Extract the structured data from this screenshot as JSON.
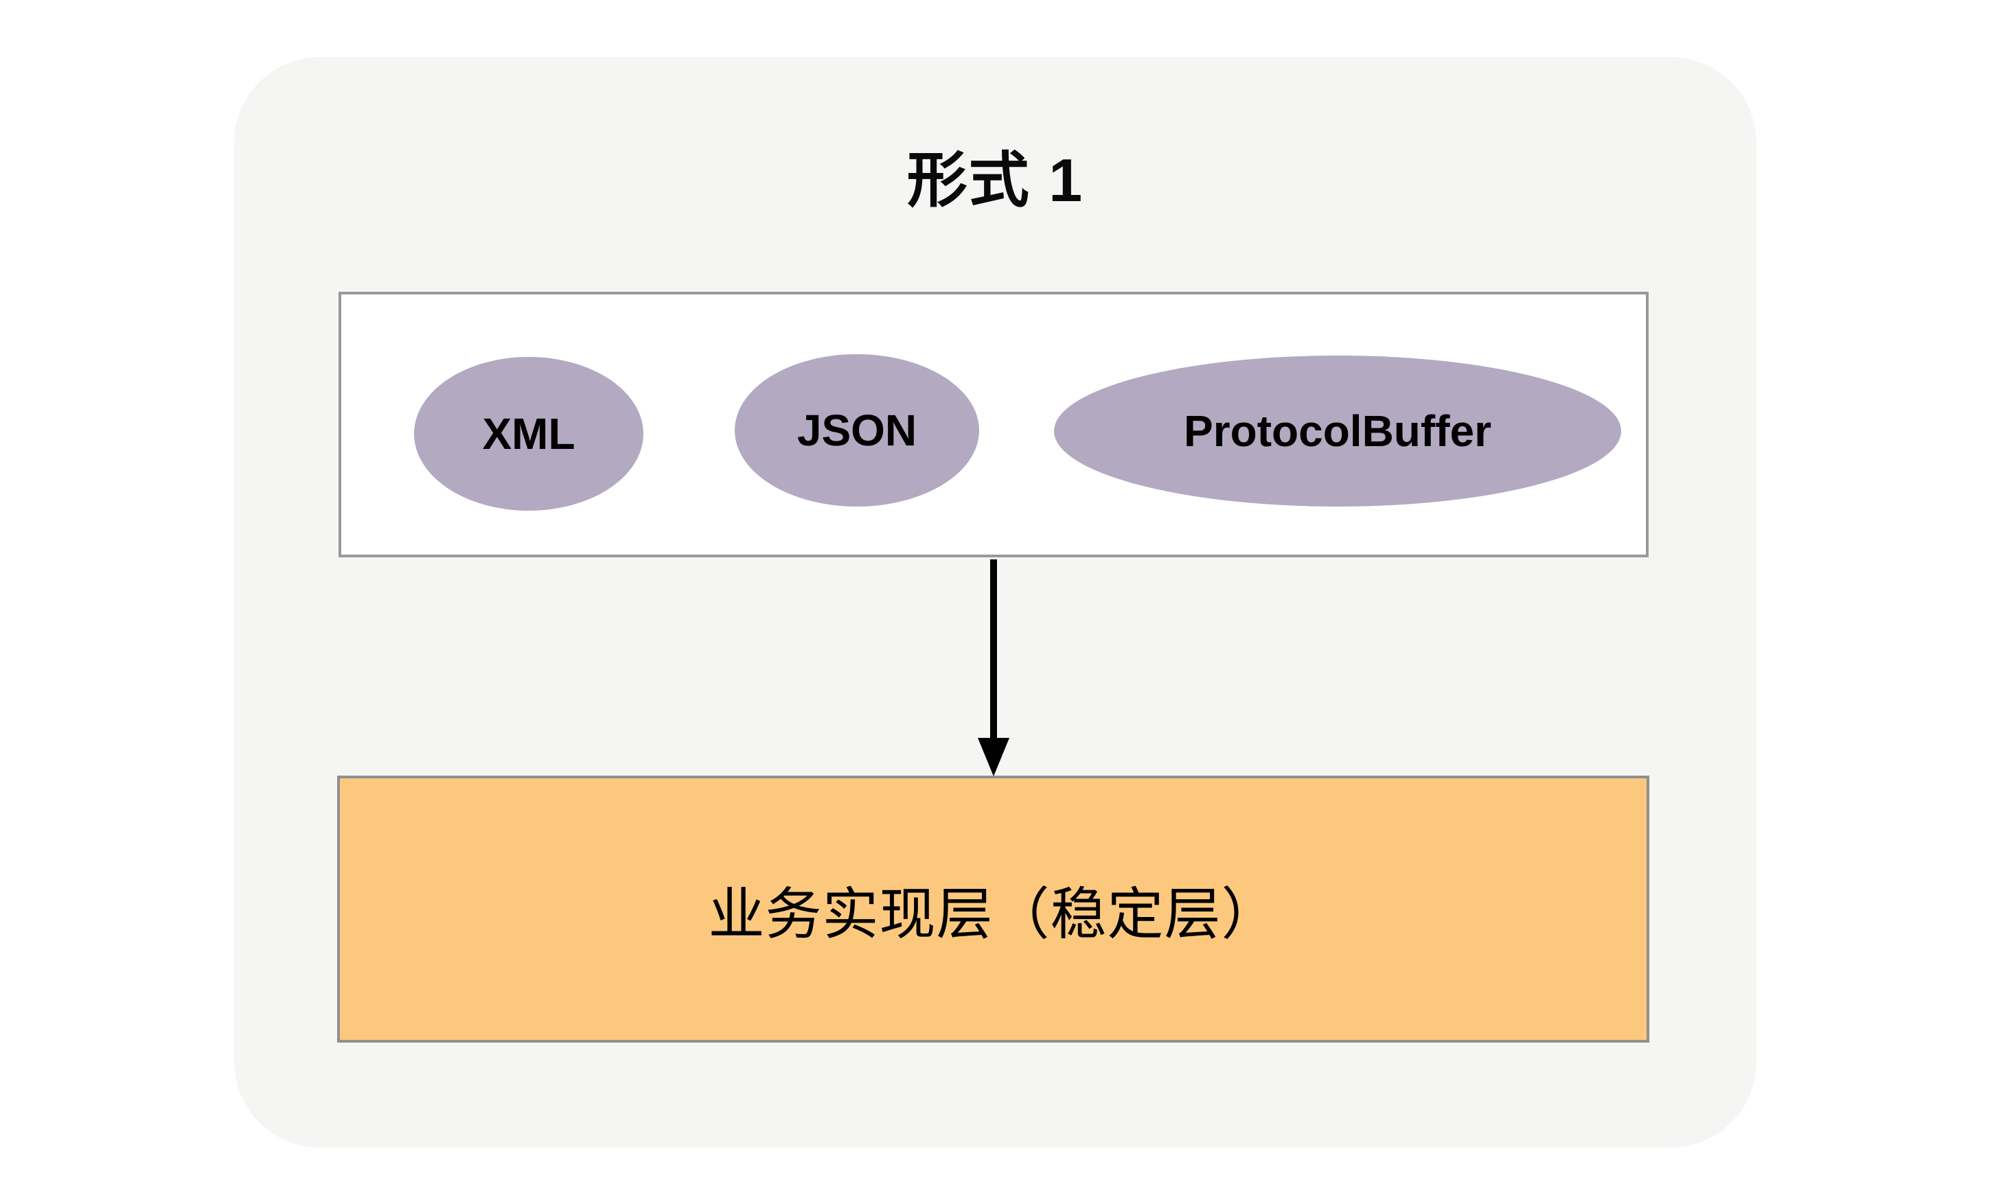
{
  "diagram": {
    "title": "形式 1",
    "formats_box": {
      "items": [
        {
          "label": "XML"
        },
        {
          "label": "JSON"
        },
        {
          "label": "ProtocolBuffer"
        }
      ]
    },
    "arrow": {
      "direction": "down"
    },
    "bottom_box": {
      "label": "业务实现层（稳定层）"
    },
    "colors": {
      "panel_bg": "#f5f5f3",
      "ellipse_fill": "#b3a9c1",
      "bottom_box_fill": "#fcc87e",
      "box_border": "#999999",
      "bottom_box_border": "#8f8f8f",
      "text": "#0a0a0a"
    }
  }
}
